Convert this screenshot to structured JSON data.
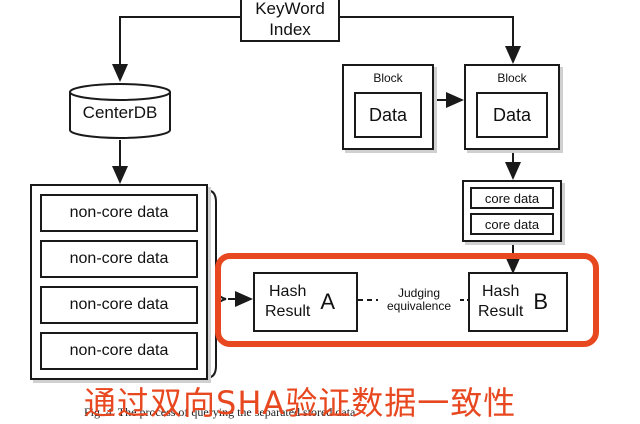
{
  "keyword_index": {
    "line1": "KeyWord",
    "line2": "Index"
  },
  "center_db": "CenterDB",
  "blocks": [
    {
      "header": "Block",
      "content": "Data"
    },
    {
      "header": "Block",
      "content": "Data"
    }
  ],
  "core_data_items": [
    "core data",
    "core data"
  ],
  "non_core_items": [
    "non-core data",
    "non-core data",
    "non-core data",
    "non-core data"
  ],
  "hash_a": {
    "line1": "Hash",
    "line2": "Result",
    "letter": "A"
  },
  "hash_b": {
    "line1": "Hash",
    "line2": "Result",
    "letter": "B"
  },
  "judging": {
    "line1": "Judging",
    "line2": "equivalence"
  },
  "overlay_caption": "通过双向SHA验证数据一致性",
  "figure_caption": "Fig. 4. The process of querying the separated stored data",
  "colors": {
    "highlight": "#e8481f",
    "line": "#1a1a1a"
  }
}
